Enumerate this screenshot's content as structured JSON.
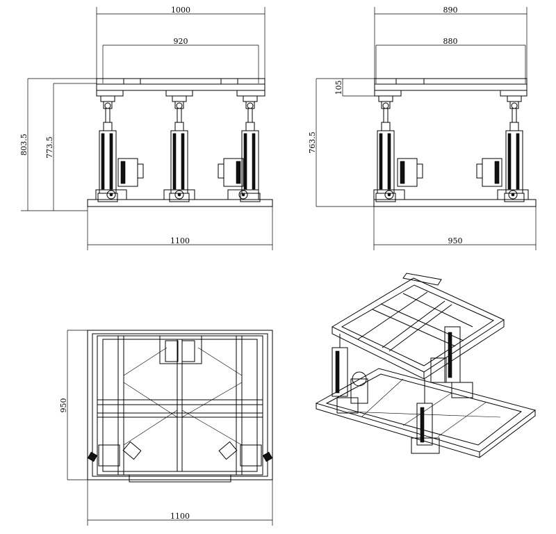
{
  "front_view": {
    "top_width": "1000",
    "inner_width": "920",
    "total_height": "803.5",
    "platform_height": "773.5",
    "base_width": "1100"
  },
  "side_view": {
    "top_width": "890",
    "inner_width": "880",
    "plate_thickness": "105",
    "platform_height": "763.5",
    "base_width": "950"
  },
  "top_view": {
    "depth": "950",
    "width": "1100"
  }
}
